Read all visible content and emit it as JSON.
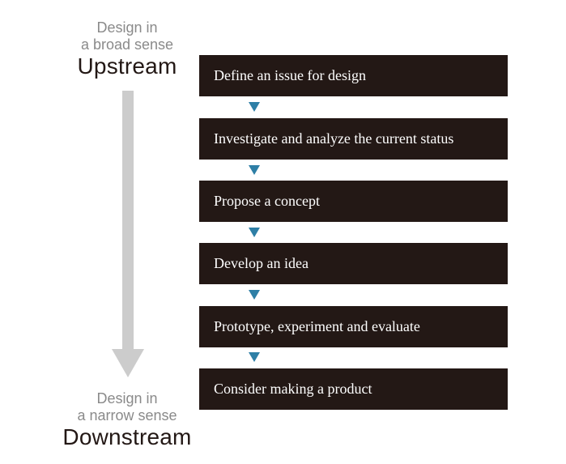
{
  "upstream": {
    "line1": "Design in",
    "line2": "a broad sense",
    "title": "Upstream"
  },
  "downstream": {
    "line1": "Design in",
    "line2": "a narrow sense",
    "title": "Downstream"
  },
  "steps": [
    "Define an issue for design",
    "Investigate and analyze the current status",
    "Propose a concept",
    "Develop an idea",
    "Prototype, experiment and evaluate",
    "Consider making a product"
  ],
  "colors": {
    "box": "#231815",
    "box_text": "#ffffff",
    "connector": "#2e7fa6",
    "stream_arrow": "#cccccc",
    "subtitle": "#8a8a8a"
  },
  "icons": {
    "connector": "triangle-down-icon",
    "stream": "down-arrow-icon"
  }
}
